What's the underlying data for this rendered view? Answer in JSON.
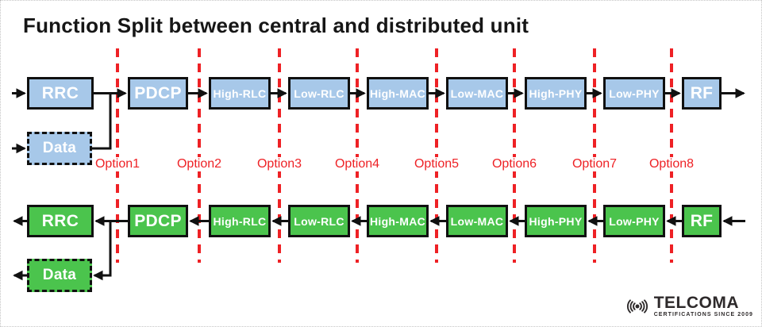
{
  "title": "Function Split between central and distributed unit",
  "top_row": {
    "boxes": [
      "RRC",
      "PDCP",
      "High-RLC",
      "Low-RLC",
      "High-MAC",
      "Low-MAC",
      "High-PHY",
      "Low-PHY",
      "RF"
    ],
    "data_label": "Data"
  },
  "bottom_row": {
    "boxes": [
      "RRC",
      "PDCP",
      "High-RLC",
      "Low-RLC",
      "High-MAC",
      "Low-MAC",
      "High-PHY",
      "Low-PHY",
      "RF"
    ],
    "data_label": "Data"
  },
  "options": [
    "Option1",
    "Option2",
    "Option3",
    "Option4",
    "Option5",
    "Option6",
    "Option7",
    "Option8"
  ],
  "logo": {
    "brand": "TELCOMA",
    "tagline": "CERTIFICATIONS SINCE 2009"
  },
  "colors": {
    "top_box_fill": "#a7c8e9",
    "bottom_box_fill": "#4bc44d",
    "split_line_red": "#ee2125",
    "connector_black": "#111111",
    "box_border": "#101010"
  }
}
